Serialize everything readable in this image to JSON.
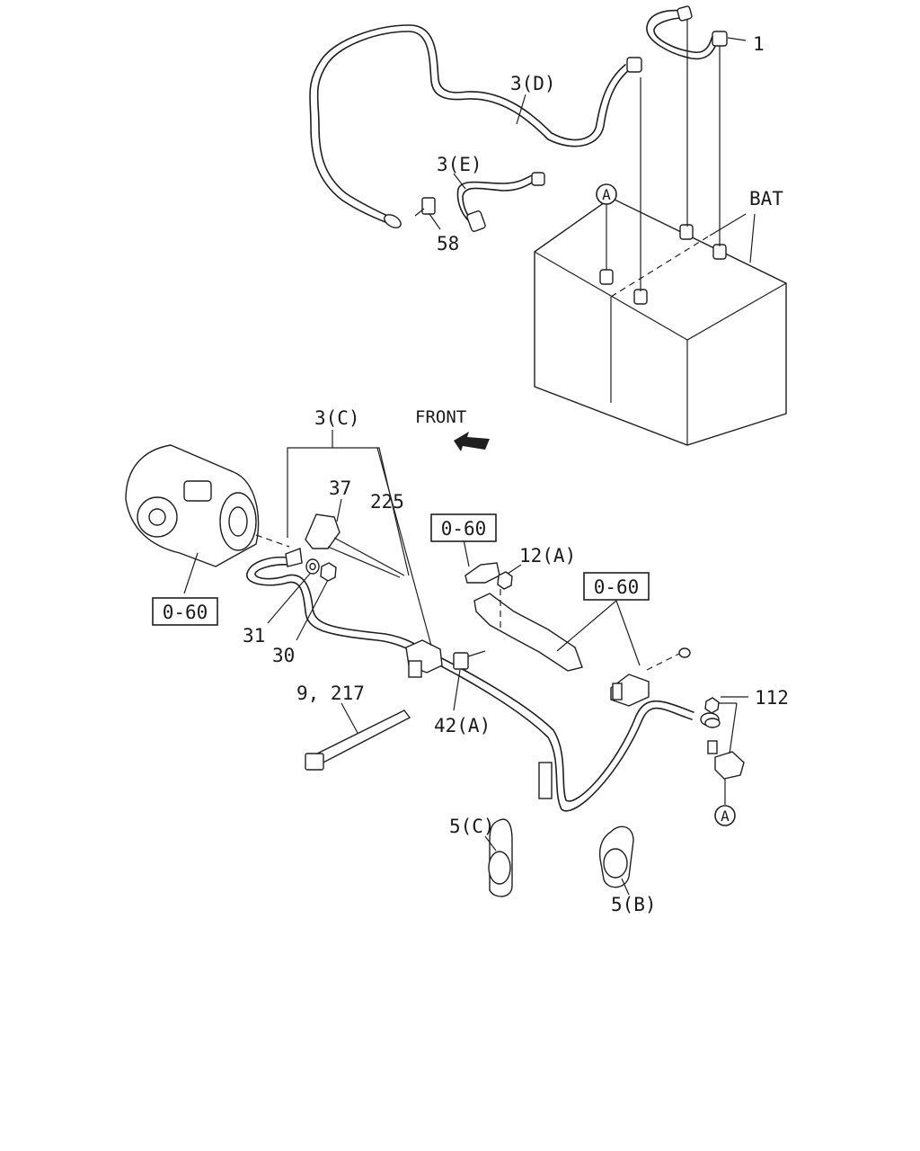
{
  "labels": {
    "part_1": "1",
    "cable_3d": "3(D)",
    "cable_3e": "3(E)",
    "part_58": "58",
    "bat": "BAT",
    "ref_a_top": "A",
    "cable_3c": "3(C)",
    "front": "FRONT",
    "part_37": "37",
    "part_225": "225",
    "ref_0_60_left": "0-60",
    "ref_0_60_mid": "0-60",
    "ref_0_60_right": "0-60",
    "part_12a": "12(A)",
    "part_31": "31",
    "part_30": "30",
    "part_9_217": "9, 217",
    "part_42a": "42(A)",
    "part_112": "112",
    "ref_a_bottom": "A",
    "part_5c": "5(C)",
    "part_5b": "5(B)"
  }
}
